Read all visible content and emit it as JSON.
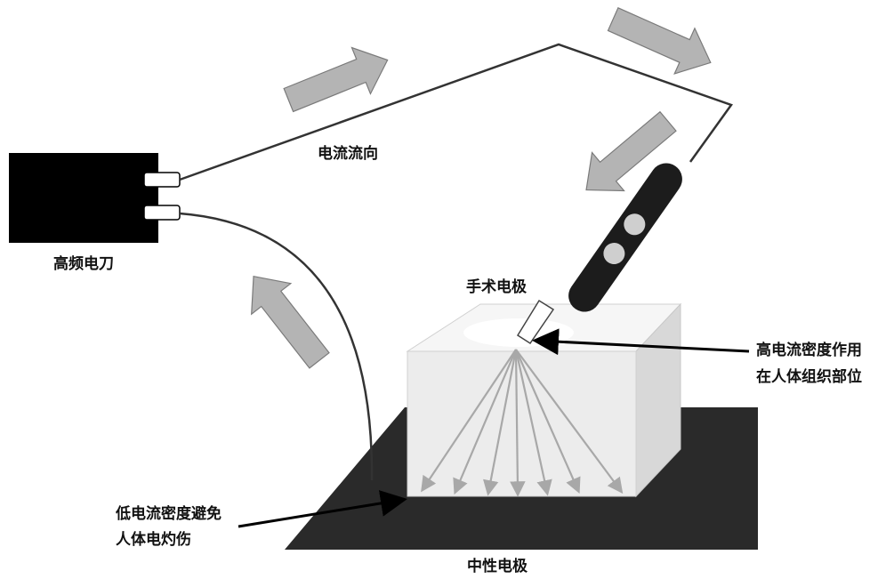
{
  "labels": {
    "generator": "高频电刀",
    "current_flow": "电流流向",
    "surgical_electrode": "手术电极",
    "high_density_line1": "高电流密度作用",
    "high_density_line2": "在人体组织部位",
    "low_density_line1": "低电流密度避免",
    "low_density_line2": "人体电灼伤",
    "neutral_electrode": "中性电极"
  },
  "colors": {
    "generator": "#000000",
    "wire": "#333333",
    "flow_arrow": "#b4b4b4",
    "tissue_front": "#ececec",
    "tissue_top": "#f6f6f6",
    "tissue_side": "#d8d8d8",
    "neutral_pad": "#2a2a2a",
    "current_rays": "#a8a8a8",
    "electrode_handle": "#1c1c1c"
  },
  "icons": {
    "flow_arrow": "block-arrow-icon",
    "pointer": "pointer-arrow-icon"
  }
}
